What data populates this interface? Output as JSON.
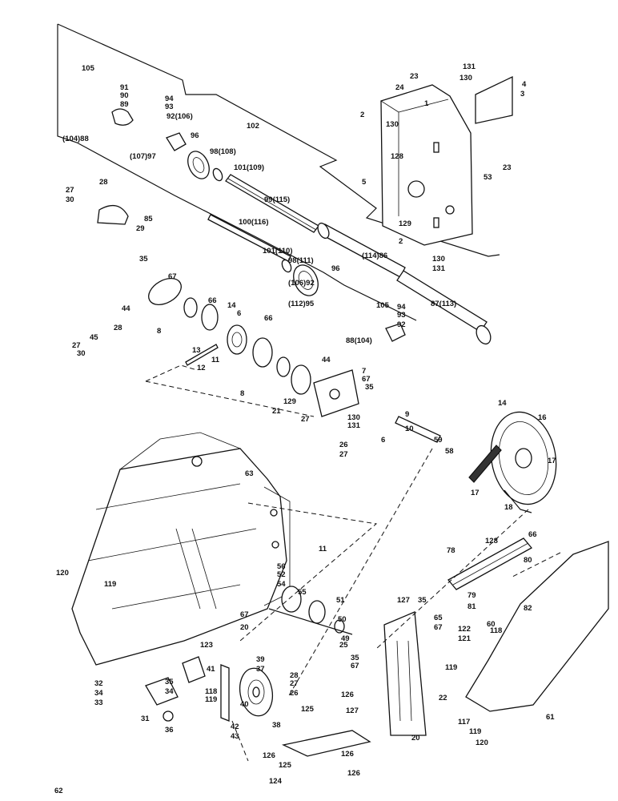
{
  "diagram": {
    "callouts": [
      "105",
      "91",
      "90",
      "89",
      "94",
      "93",
      "92(106)",
      "(104)88",
      "96",
      "102",
      "(107)97",
      "98(108)",
      "101(109)",
      "99(115)",
      "85",
      "28",
      "27",
      "30",
      "29",
      "100(116)",
      "101(110)",
      "98(111)",
      "(114)86",
      "96",
      "(106)92",
      "(112)95",
      "105",
      "94",
      "93",
      "92",
      "87(113)",
      "88(104)",
      "35",
      "67",
      "66",
      "14",
      "6",
      "44",
      "8",
      "66",
      "13",
      "11",
      "12",
      "28",
      "45",
      "27",
      "30",
      "44",
      "8",
      "7",
      "67",
      "35",
      "129",
      "21",
      "27",
      "130",
      "131",
      "9",
      "10",
      "26",
      "27",
      "6",
      "59",
      "58",
      "14",
      "16",
      "17",
      "17",
      "18",
      "23",
      "131",
      "130",
      "24",
      "4",
      "3",
      "1",
      "2",
      "130",
      "128",
      "5",
      "53",
      "23",
      "129",
      "2",
      "130",
      "131",
      "63",
      "11",
      "120",
      "119",
      "56",
      "52",
      "54",
      "55",
      "51",
      "50",
      "49",
      "67",
      "20",
      "41",
      "39",
      "37",
      "123",
      "32",
      "34",
      "33",
      "35",
      "34",
      "118",
      "119",
      "31",
      "36",
      "40",
      "38",
      "42",
      "43",
      "25",
      "28",
      "27",
      "26",
      "35",
      "67",
      "126",
      "125",
      "127",
      "126",
      "125",
      "126",
      "124",
      "126",
      "127",
      "35",
      "65",
      "67",
      "20",
      "22",
      "128",
      "66",
      "78",
      "80",
      "79",
      "81",
      "82",
      "60",
      "122",
      "118",
      "121",
      "119",
      "117",
      "119",
      "120",
      "61",
      "62"
    ]
  }
}
